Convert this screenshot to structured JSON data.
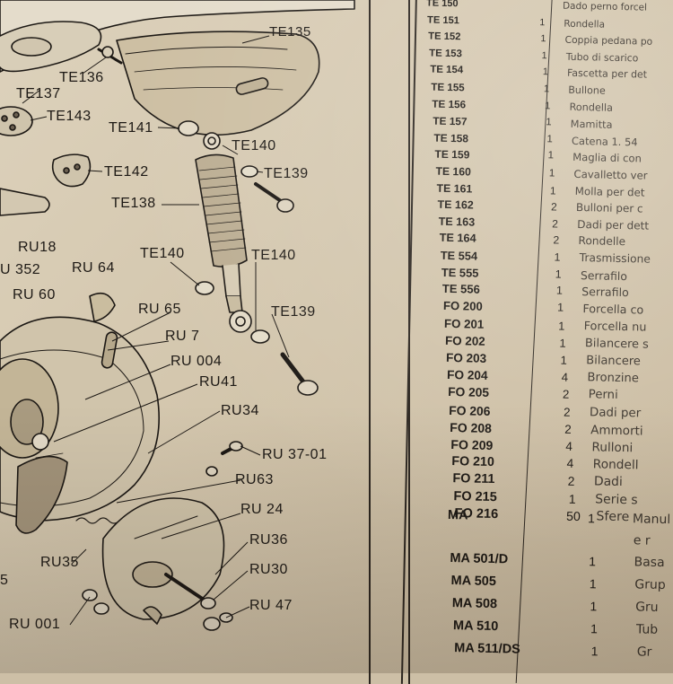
{
  "diagram_labels": {
    "te135": "TE135",
    "te136": "TE136",
    "te137": "TE137",
    "te143": "TE143",
    "te141": "TE141",
    "te140_top": "TE140",
    "te142": "TE142",
    "te139_top": "TE139",
    "te138": "TE138",
    "ru18": "RU18",
    "ru352": "U 352",
    "ru64": "RU 64",
    "te140_left": "TE140",
    "te140_right": "TE140",
    "ru60": "RU 60",
    "ru65": "RU 65",
    "te139_bottom": "TE139",
    "ru7": "RU 7",
    "ru004": "RU 004",
    "ru41": "RU41",
    "ru34": "RU34",
    "ru3701": "RU 37-01",
    "ru63": "RU63",
    "ru24": "RU 24",
    "ru36": "RU36",
    "ru35": "RU35",
    "ru30": "RU30",
    "ru001": "RU 001",
    "ru47": "RU 47",
    "partial5": "5"
  },
  "parts_table": {
    "rows": [
      {
        "code": "TE 150",
        "qty": "",
        "desc": "Dado perno forcel"
      },
      {
        "code": "TE 151",
        "qty": "1",
        "desc": "Rondella"
      },
      {
        "code": "TE 152",
        "qty": "1",
        "desc": "Coppia pedana po"
      },
      {
        "code": "TE 153",
        "qty": "1",
        "desc": "Tubo di scarico"
      },
      {
        "code": "TE 154",
        "qty": "1",
        "desc": "Fascetta per det"
      },
      {
        "code": "TE 155",
        "qty": "1",
        "desc": "Bullone"
      },
      {
        "code": "TE 156",
        "qty": "1",
        "desc": "Rondella"
      },
      {
        "code": "TE 157",
        "qty": "1",
        "desc": "Mamitta"
      },
      {
        "code": "TE 158",
        "qty": "1",
        "desc": "Catena 1. 54"
      },
      {
        "code": "TE 159",
        "qty": "1",
        "desc": "Maglia di con"
      },
      {
        "code": "TE 160",
        "qty": "1",
        "desc": "Cavalletto ver"
      },
      {
        "code": "TE 161",
        "qty": "1",
        "desc": "Molla per det"
      },
      {
        "code": "TE 162",
        "qty": "2",
        "desc": "Bulloni per c"
      },
      {
        "code": "TE 163",
        "qty": "2",
        "desc": "Dadi per dett"
      },
      {
        "code": "TE 164",
        "qty": "2",
        "desc": "Rondelle"
      },
      {
        "code": "TE 554",
        "qty": "1",
        "desc": "Trasmissione"
      },
      {
        "code": "TE 555",
        "qty": "1",
        "desc": "Serrafilo"
      },
      {
        "code": "TE 556",
        "qty": "1",
        "desc": "Serrafilo"
      },
      {
        "code": "FO 200",
        "qty": "1",
        "desc": "Forcella co"
      },
      {
        "code": "FO 201",
        "qty": "1",
        "desc": "Forcella nu"
      },
      {
        "code": "FO 202",
        "qty": "1",
        "desc": "Bilancere s"
      },
      {
        "code": "FO 203",
        "qty": "1",
        "desc": "Bilancere"
      },
      {
        "code": "FO 204",
        "qty": "4",
        "desc": "Bronzine"
      },
      {
        "code": "FO 205",
        "qty": "2",
        "desc": "Perni"
      },
      {
        "code": "FO 206",
        "qty": "2",
        "desc": "Dadi per"
      },
      {
        "code": "FO 208",
        "qty": "2",
        "desc": "Ammorti"
      },
      {
        "code": "FO 209",
        "qty": "4",
        "desc": "Rulloni"
      },
      {
        "code": "FO 210",
        "qty": "4",
        "desc": "Rondell"
      },
      {
        "code": "FO 211",
        "qty": "2",
        "desc": "Dadi"
      },
      {
        "code": "FO 215",
        "qty": "1",
        "desc": "Serie s"
      },
      {
        "code": "FO 216",
        "qty": "50",
        "desc": "Sfere"
      },
      {
        "code": "MA",
        "qty": "1",
        "desc": "Manul"
      },
      {
        "code": "",
        "qty": "",
        "desc": "e r"
      },
      {
        "code": "MA 501/D",
        "qty": "1",
        "desc": "Basa"
      },
      {
        "code": "MA 505",
        "qty": "1",
        "desc": "Grup"
      },
      {
        "code": "MA 508",
        "qty": "1",
        "desc": "Gru"
      },
      {
        "code": "MA 510",
        "qty": "1",
        "desc": "Tub"
      },
      {
        "code": "MA 511/DS",
        "qty": "1",
        "desc": "Gr"
      }
    ]
  }
}
